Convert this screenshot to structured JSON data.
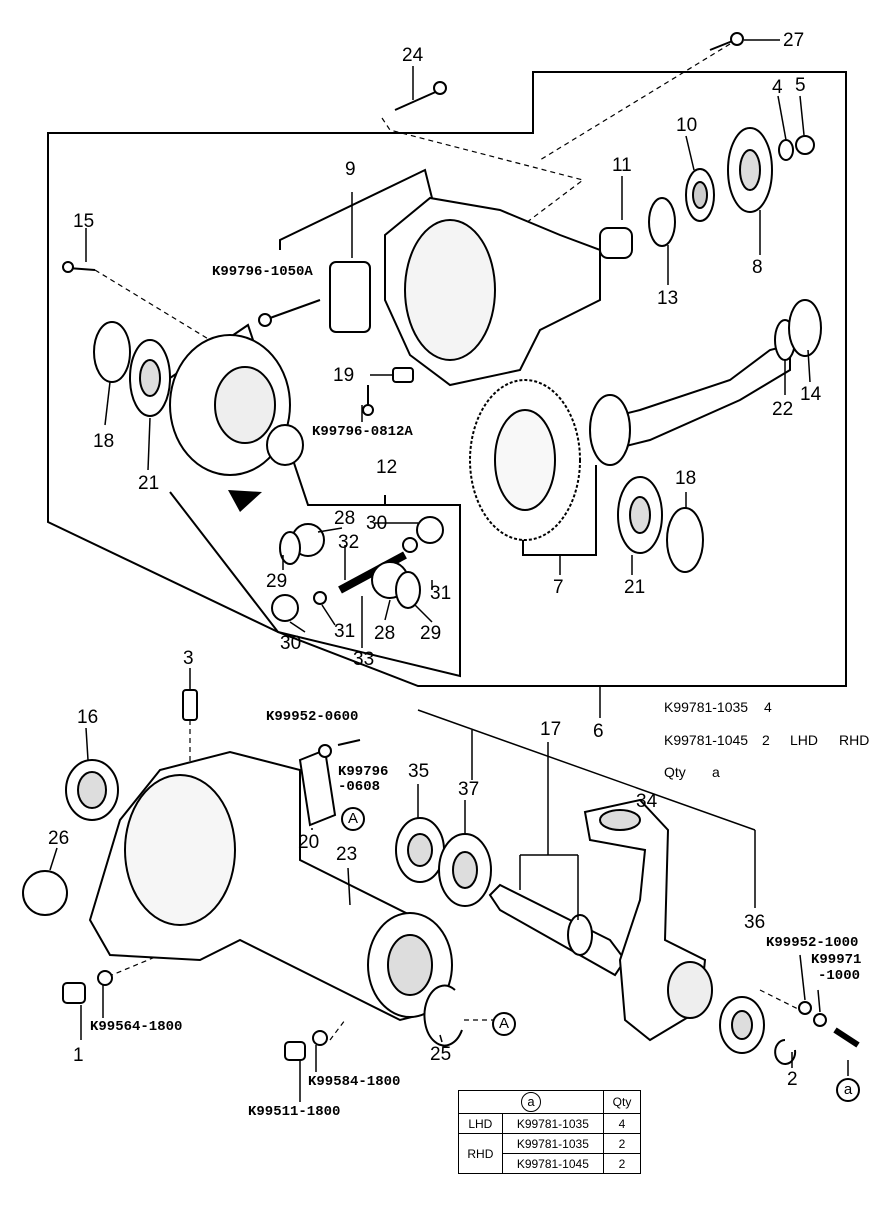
{
  "callouts": {
    "c1": "1",
    "c2": "2",
    "c3": "3",
    "c4": "4",
    "c5": "5",
    "c6": "6",
    "c7": "7",
    "c8": "8",
    "c9": "9",
    "c10": "10",
    "c11": "11",
    "c12": "12",
    "c13": "13",
    "c14": "14",
    "c15": "15",
    "c16": "16",
    "c17": "17",
    "c18a": "18",
    "c18b": "18",
    "c19": "19",
    "c20": "20",
    "c21a": "21",
    "c21b": "21",
    "c22": "22",
    "c23": "23",
    "c24": "24",
    "c25": "25",
    "c26": "26",
    "c27": "27",
    "c28a": "28",
    "c28b": "28",
    "c29a": "29",
    "c29b": "29",
    "c30a": "30",
    "c30b": "30",
    "c31a": "31",
    "c31b": "31",
    "c32": "32",
    "c33": "33",
    "c34": "34",
    "c35": "35",
    "c36": "36",
    "c37": "37"
  },
  "part_numbers": {
    "p1050a": "K99796-1050A",
    "p0812a": "K99796-0812A",
    "p0600": "K99952-0600",
    "p0608a": "K99796",
    "p0608b": "-0608",
    "p1000a": "K99952-1000",
    "p1000b": "K99971",
    "p1000c": "-1000",
    "p1800a": "K99564-1800",
    "p1800b": "K99584-1800",
    "p1800c": "K99511-1800"
  },
  "notes": {
    "n1a": "K99781-1035",
    "n1b": "4",
    "n2a": "K99781-1045",
    "n2b": "2",
    "n2c": "LHD",
    "n2d": "RHD",
    "n3a": "Qty",
    "n3b": "a"
  },
  "ref_marks": {
    "a1": "A",
    "a2": "A",
    "circ_a": "a"
  },
  "qty_table": {
    "header_symbol": "a",
    "header_qty": "Qty",
    "rows": [
      {
        "side": "LHD",
        "part": "K99781-1035",
        "qty": "4"
      },
      {
        "side": "RHD",
        "part": "K99781-1035",
        "qty": "2"
      },
      {
        "side": "",
        "part": "K99781-1045",
        "qty": "2"
      }
    ]
  }
}
